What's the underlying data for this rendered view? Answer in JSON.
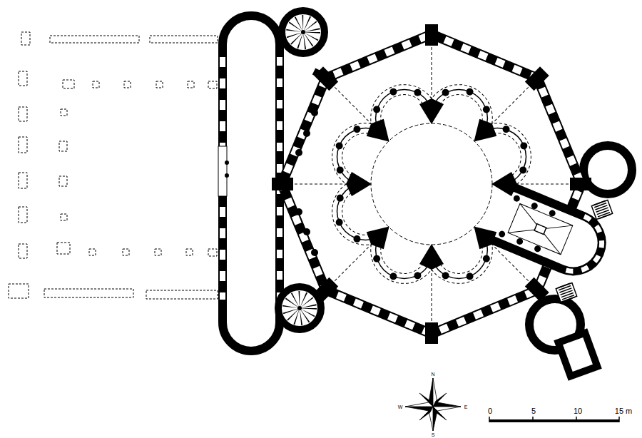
{
  "diagram": {
    "labels": [
      "N",
      "W",
      "E",
      "S",
      "0",
      "5",
      "10",
      "15 m"
    ]
  }
}
